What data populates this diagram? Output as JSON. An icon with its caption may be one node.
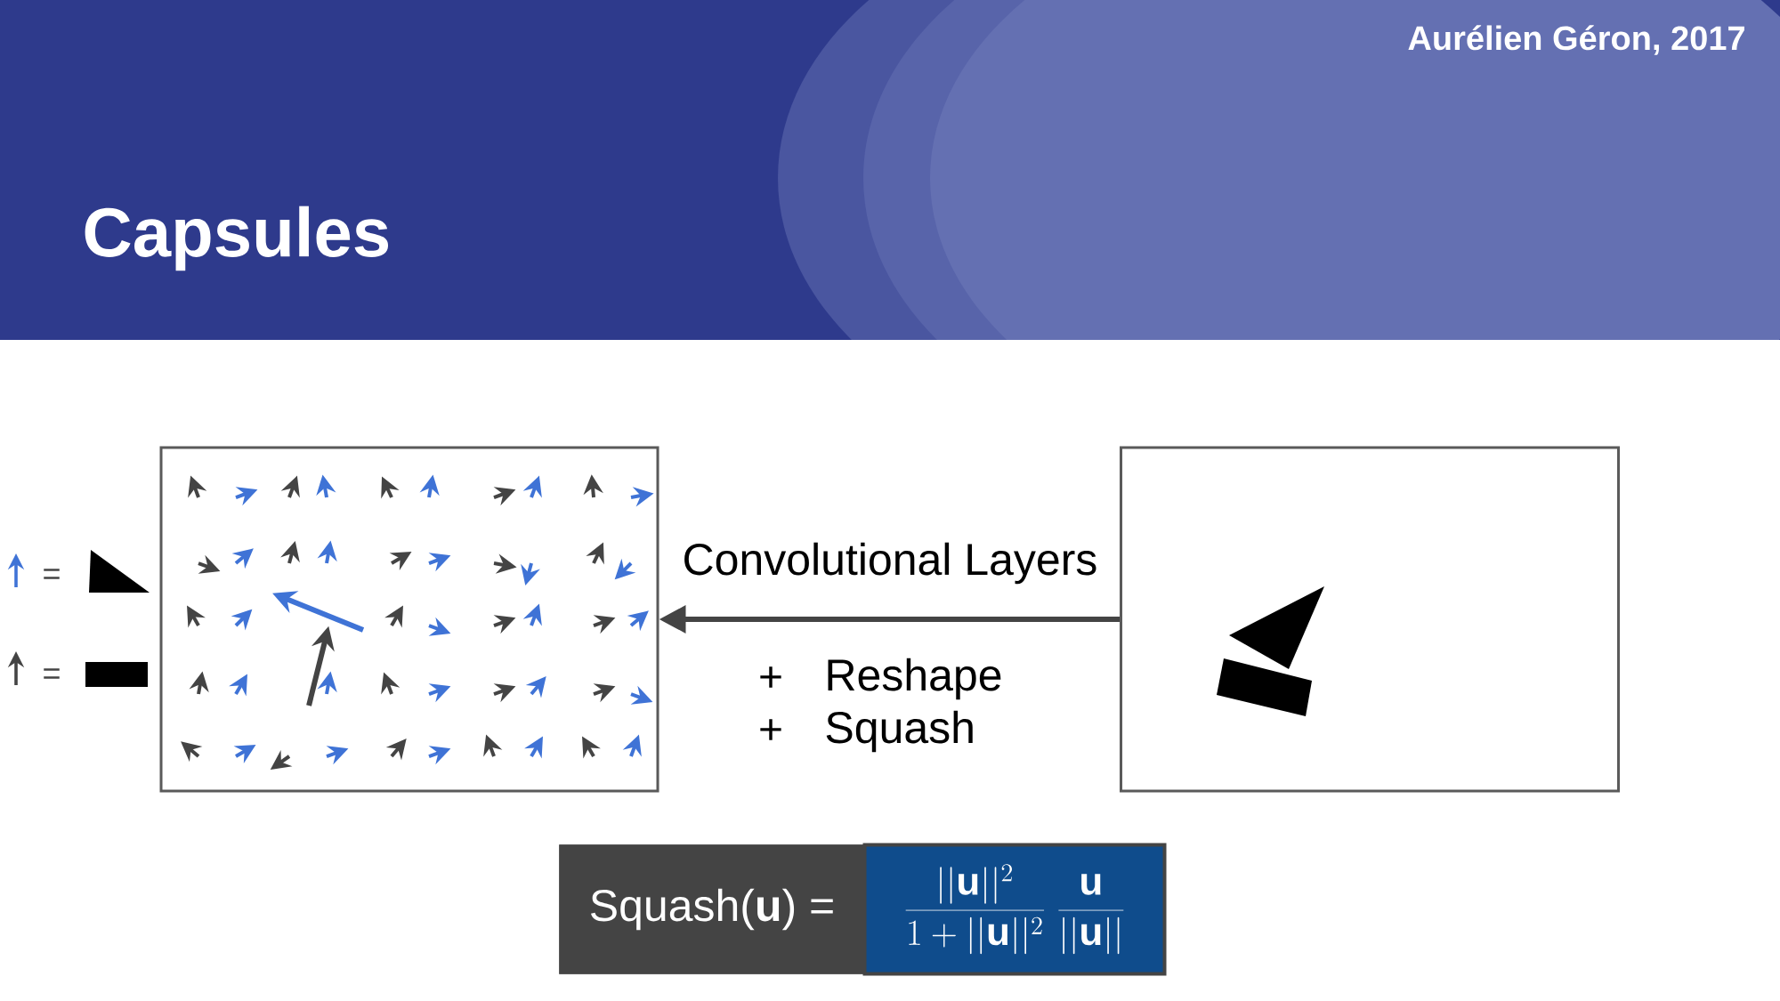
{
  "diagram": {
    "title": "Capsules",
    "nodes": [
      {
        "text": [],
        "shape": "box"
      },
      {
        "text": [],
        "shape": "box"
      },
      {
        "text": [
          "Squash(**u**) ="
        ]
      },
      {
        "text": [
          "\\frac{||\\mathbf{u}||^2}{1+||\\mathbf{u}||^2}\\;\\frac{\\mathbf{u}}{||\\mathbf{u}||}"
        ]
      }
    ],
    "edges": [
      {
        "from": 1,
        "to": 0,
        "arrow": "to",
        "label": "Convolutional Layers"
      }
    ],
    "labels": [
      "Aurélien Géron, 2017",
      "=",
      "=",
      "+",
      "Reshape",
      "+",
      "Squash"
    ]
  }
}
